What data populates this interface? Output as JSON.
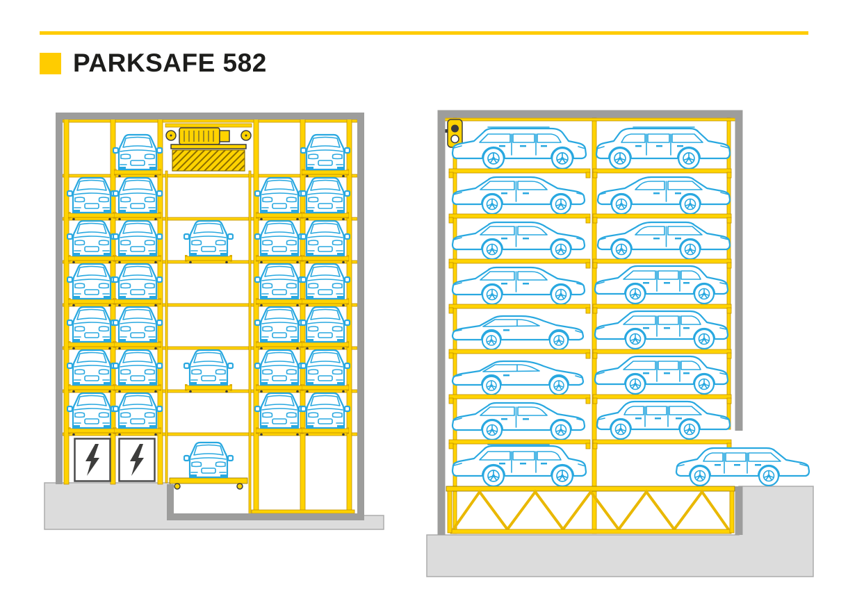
{
  "header": {
    "title": "PARKSAFE 582"
  },
  "colors": {
    "accent_yellow": "#FFCC00",
    "frame_yellow": "#FFD300",
    "car_blue": "#29A8E0",
    "wall_gray": "#9D9D9C",
    "ground_gray": "#DCDCDC",
    "ink": "#1D1D1B"
  },
  "left_diagram": {
    "label": "front-section-view",
    "storage_levels": 7,
    "bays": {
      "left": {
        "occupancy": [
          [
            0,
            1
          ],
          [
            1,
            1
          ],
          [
            1,
            1
          ],
          [
            1,
            1
          ],
          [
            1,
            1
          ],
          [
            1,
            1
          ],
          [
            1,
            1
          ]
        ]
      },
      "right": {
        "occupancy": [
          [
            0,
            1
          ],
          [
            1,
            1
          ],
          [
            1,
            1
          ],
          [
            1,
            1
          ],
          [
            1,
            1
          ],
          [
            1,
            1
          ],
          [
            1,
            1
          ]
        ]
      }
    },
    "lift_shaft": {
      "hoist_unit": true,
      "cars_at_levels": [
        3,
        6
      ],
      "ground_car": true
    },
    "ground_floor": {
      "control_cabinets": 2,
      "cabinet_icon": "lightning-bolt-icon"
    }
  },
  "right_diagram": {
    "label": "side-section-view",
    "storage_levels": 7,
    "signal_light_icon": "traffic-light-icon",
    "columns": [
      {
        "cars": [
          {
            "type": "suv",
            "dir": "left"
          },
          {
            "type": "sedan",
            "dir": "left"
          },
          {
            "type": "sedan",
            "dir": "left"
          },
          {
            "type": "sedan",
            "dir": "left"
          },
          {
            "type": "sports",
            "dir": "left"
          },
          {
            "type": "sports",
            "dir": "left"
          },
          {
            "type": "sedan",
            "dir": "left"
          }
        ],
        "ground_car": {
          "type": "suv",
          "dir": "left"
        }
      },
      {
        "cars": [
          {
            "type": "suv",
            "dir": "right"
          },
          {
            "type": "sedan",
            "dir": "right"
          },
          {
            "type": "sedan",
            "dir": "right"
          },
          {
            "type": "wagon",
            "dir": "left"
          },
          {
            "type": "wagon",
            "dir": "left"
          },
          {
            "type": "wagon",
            "dir": "left"
          },
          {
            "type": "wagon",
            "dir": "right"
          }
        ],
        "ground_car": null
      }
    ],
    "exit_car": {
      "type": "wagon",
      "dir": "right"
    }
  }
}
